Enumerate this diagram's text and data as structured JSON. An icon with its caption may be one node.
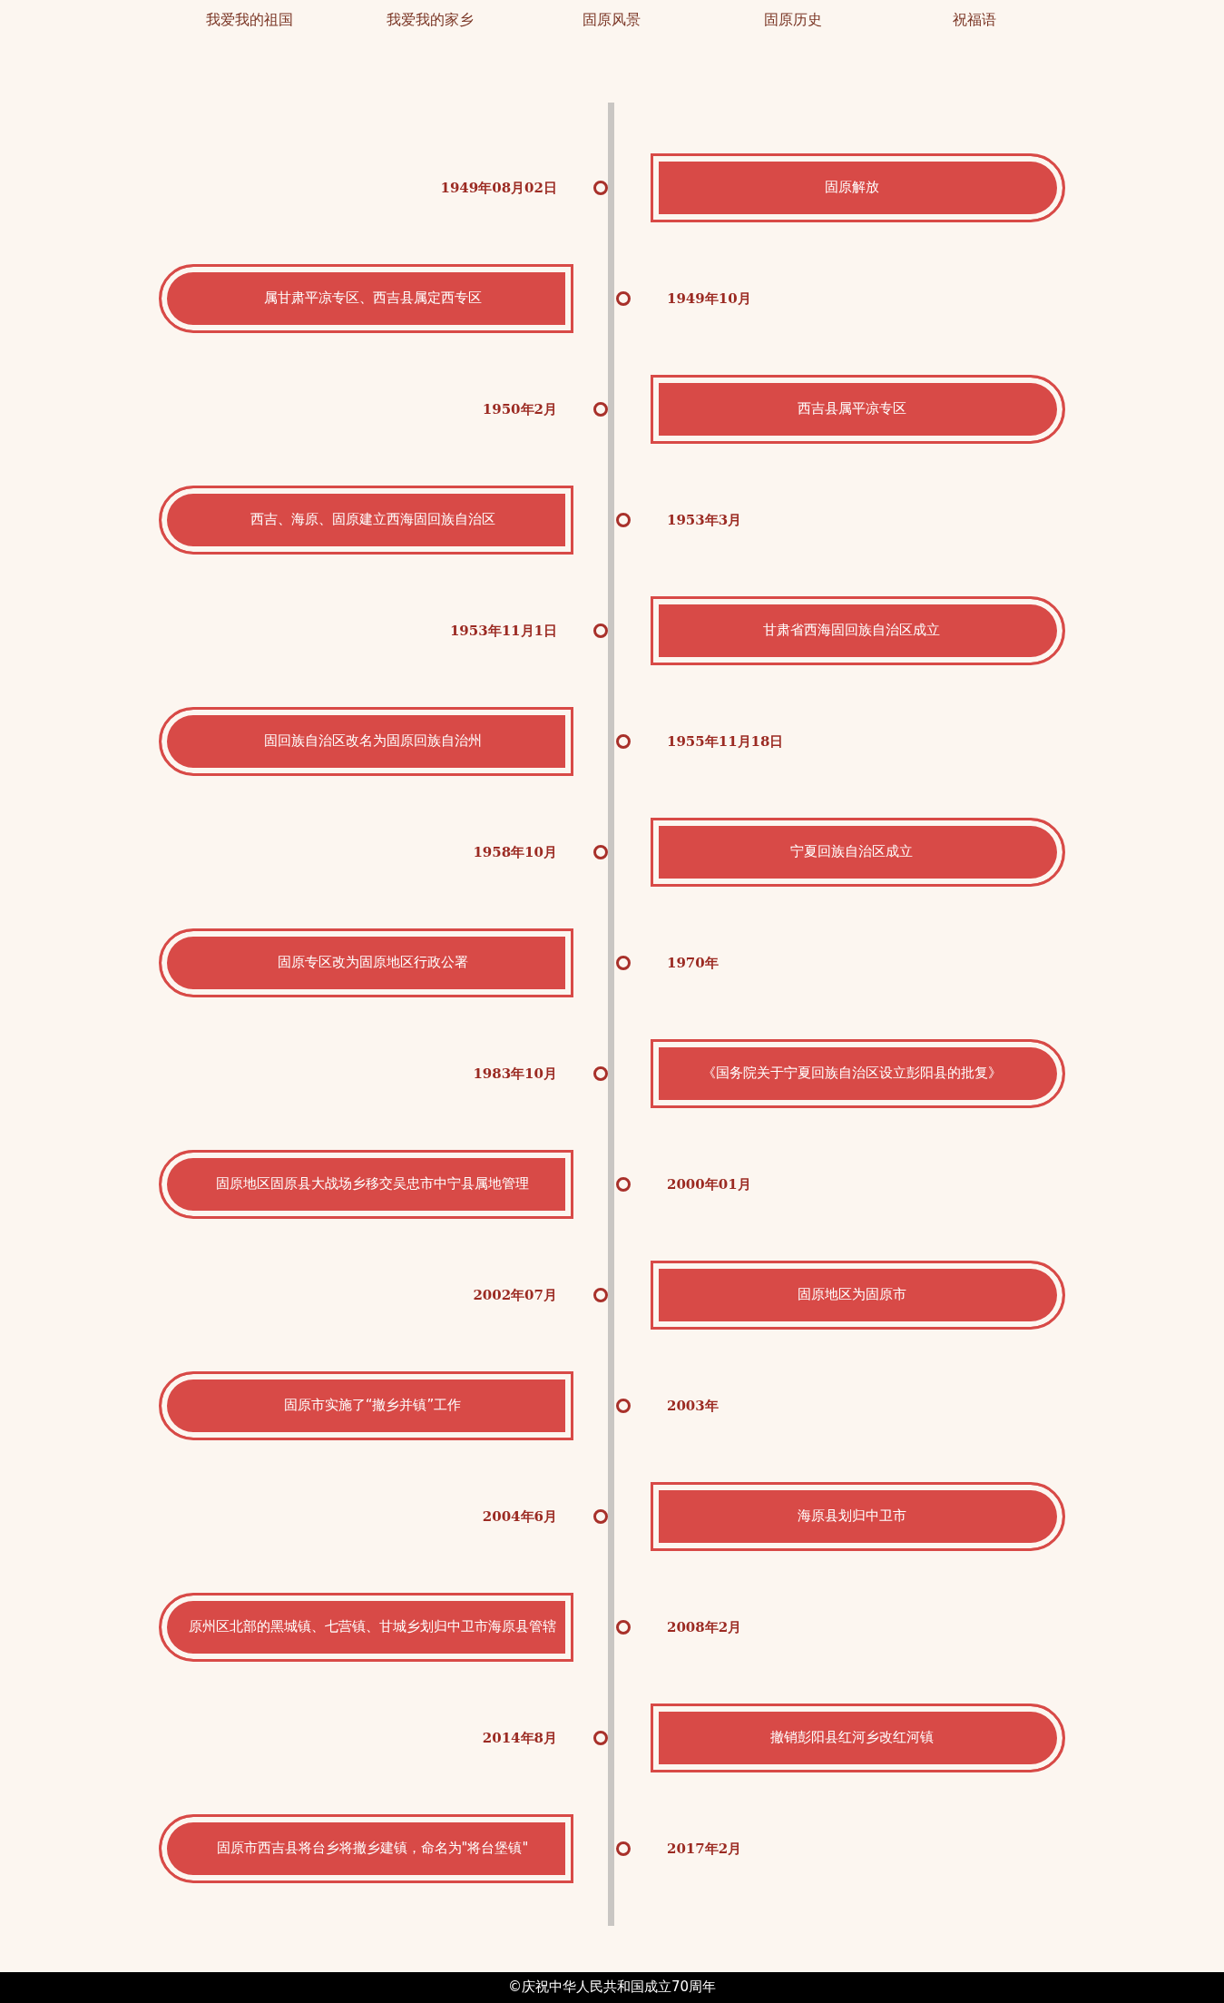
{
  "diagram": {
    "nodes": [
      {
        "text": [
          "固原解放"
        ]
      },
      {
        "text": [
          "属甘肃平凉专区、西吉县属定西专区"
        ]
      },
      {
        "text": [
          "西吉县属平凉专区"
        ]
      },
      {
        "text": [
          "西吉、海原、固原建立西海固回族自治区"
        ]
      },
      {
        "text": [
          "甘肃省西海固回族自治区成立"
        ]
      },
      {
        "text": [
          "固回族自治区改名为固原回族自治州"
        ]
      },
      {
        "text": [
          "宁夏回族自治区成立"
        ]
      },
      {
        "text": [
          "固原专区改为固原地区行政公署"
        ]
      },
      {
        "text": [
          "《国务院关于宁夏回族自治区设立彭阳县的批复》"
        ]
      },
      {
        "text": [
          "固原地区固原县大战场乡移交吴忠市中宁县属地管理"
        ]
      },
      {
        "text": [
          "固原地区为固原市"
        ]
      },
      {
        "text": [
          "固原市实施了“撤乡并镇”工作"
        ]
      },
      {
        "text": [
          "海原县划归中卫市"
        ]
      },
      {
        "text": [
          "原州区北部的黑城镇、七营镇、甘城乡划归中卫市海原县管辖"
        ]
      },
      {
        "text": [
          "撤销彭阳县红河乡改红河镇"
        ]
      },
      {
        "text": [
          "固原市西吉县将台乡将撤乡建镇，命名为\"将台堡镇\""
        ]
      }
    ],
    "labels": [
      "我爱我的祖国",
      "我爱我的家乡",
      "固原风景",
      "固原历史",
      "祝福语",
      "1949年08月02日",
      "1949年10月",
      "1950年2月",
      "1953年3月",
      "1953年11月1日",
      "1955年11月18日",
      "1958年10月",
      "1970年",
      "1983年10月",
      "2000年01月",
      "2002年07月",
      "2003年",
      "2004年6月",
      "2008年2月",
      "2014年8月",
      "2017年2月",
      "©庆祝中华人民共和国成立70周年"
    ]
  }
}
